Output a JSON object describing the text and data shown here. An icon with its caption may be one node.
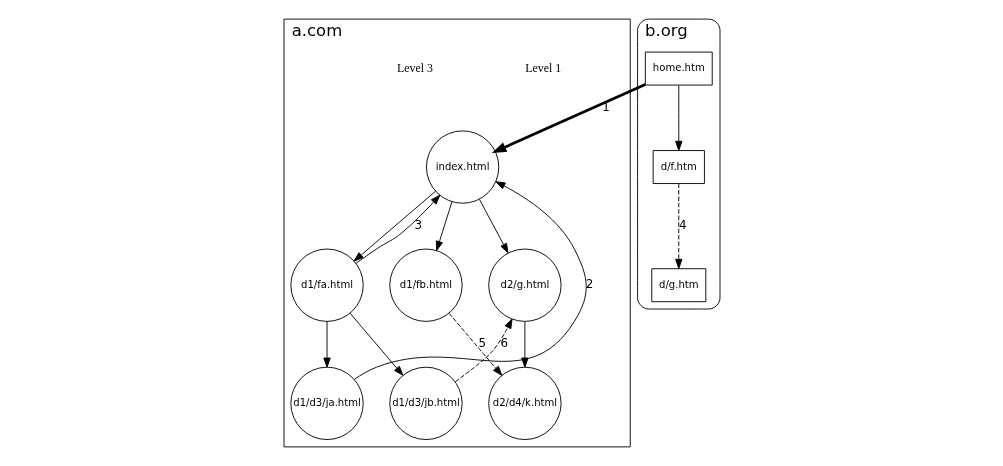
{
  "diagram": {
    "nodes": [
      {
        "text": [
          "a.com"
        ]
      },
      {
        "text": [
          "index.html"
        ],
        "in": 0
      },
      {
        "text": [
          "d1/fa.html"
        ],
        "in": 0
      },
      {
        "text": [
          "d1/fb.html"
        ],
        "in": 0
      },
      {
        "text": [
          "d2/g.html"
        ],
        "in": 0
      },
      {
        "text": [
          "d1/d3/ja.html"
        ],
        "in": 0
      },
      {
        "text": [
          "d1/d3/jb.html"
        ],
        "in": 0
      },
      {
        "text": [
          "d2/d4/k.html"
        ],
        "in": 0
      },
      {
        "text": [
          "b.org"
        ]
      },
      {
        "text": [
          "home.htm"
        ],
        "in": 8
      },
      {
        "text": [
          "d/f.htm"
        ],
        "in": 8
      },
      {
        "text": [
          "d/g.htm"
        ],
        "in": 8
      }
    ],
    "edges": [
      {
        "from": 9,
        "to": 1,
        "arrow": "to",
        "label": "1",
        "style": "thick"
      },
      {
        "from": 1,
        "to": 2,
        "arrow": "to"
      },
      {
        "from": 1,
        "to": 3,
        "arrow": "to"
      },
      {
        "from": 1,
        "to": 4,
        "arrow": "to"
      },
      {
        "from": 2,
        "to": 1,
        "arrow": "to",
        "label": "3"
      },
      {
        "from": 5,
        "to": 1,
        "arrow": "to",
        "label": "2"
      },
      {
        "from": 2,
        "to": 5,
        "arrow": "to"
      },
      {
        "from": 2,
        "to": 6,
        "arrow": "to"
      },
      {
        "from": 4,
        "to": 7,
        "arrow": "to"
      },
      {
        "from": 3,
        "to": 7,
        "arrow": "to",
        "label": "5",
        "style": "dashed"
      },
      {
        "from": 6,
        "to": 4,
        "arrow": "to",
        "label": "6",
        "style": "dashed"
      },
      {
        "from": 9,
        "to": 10,
        "arrow": "to"
      },
      {
        "from": 10,
        "to": 11,
        "arrow": "to",
        "label": "4",
        "style": "dashed"
      }
    ],
    "labels": [
      "Level 1",
      "Level 3"
    ]
  }
}
